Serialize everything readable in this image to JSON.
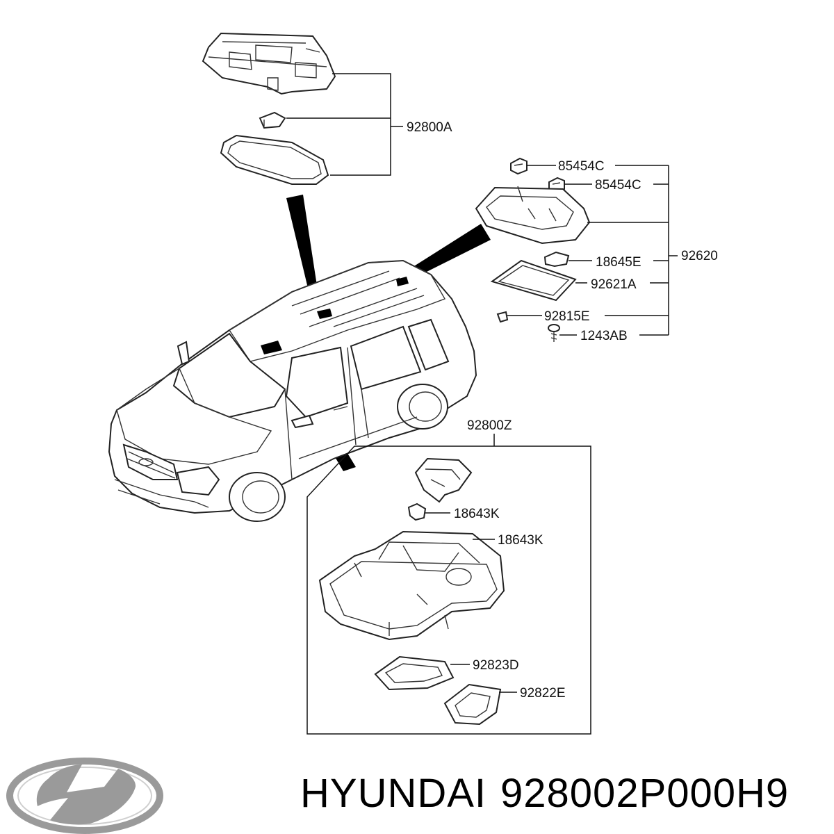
{
  "callouts": {
    "a": "92800A",
    "b1": "85454C",
    "b2": "85454C",
    "c": "92620",
    "d": "18645E",
    "e": "92621A",
    "f": "92815E",
    "g": "1243AB",
    "h": "92800Z",
    "i1": "18643K",
    "i2": "18643K",
    "j": "92823D",
    "k": "92822E"
  },
  "caption": {
    "brand": "HYUNDAI",
    "part_number": "928002P000H9"
  },
  "logo": {
    "name": "hyundai-logo",
    "color": "#9a9a9a"
  }
}
